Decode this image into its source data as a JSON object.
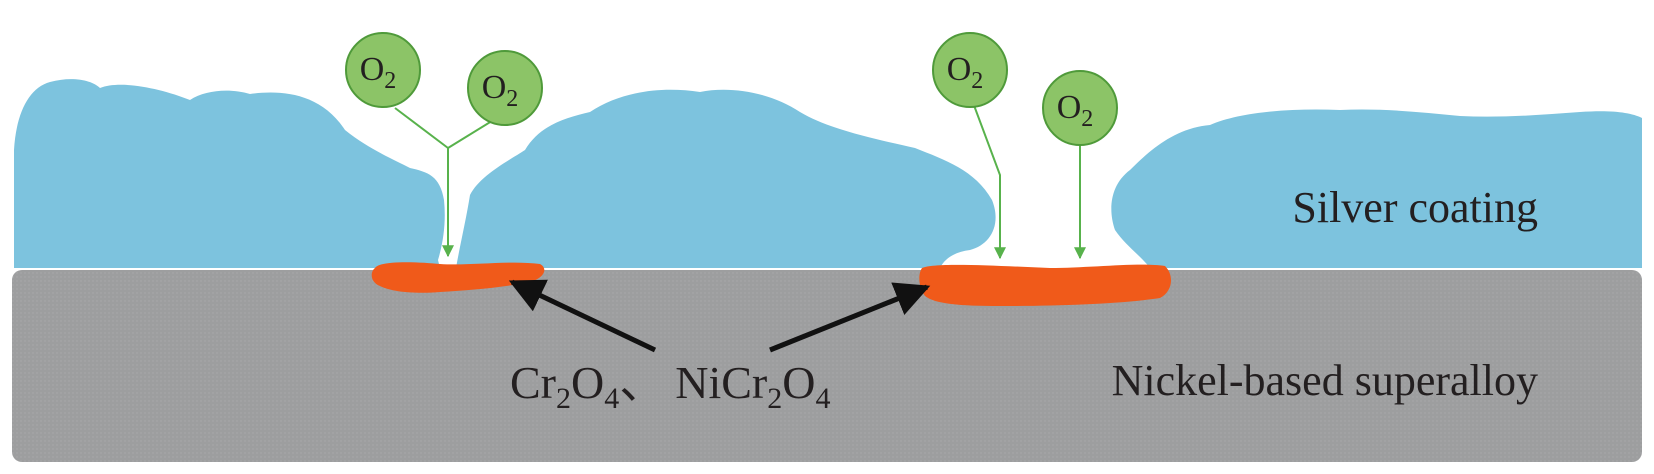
{
  "labels": {
    "silver_coating": "Silver coating",
    "substrate": "Nickel-based superalloy",
    "oxide_formula": {
      "cr": "Cr",
      "cr_sub": "2",
      "o": "O",
      "o_sub": "4",
      "separator": "、",
      "ni_prefix": "NiCr",
      "ni_sub1": "2",
      "ni_o": "O",
      "ni_sub2": "4"
    }
  },
  "molecule": {
    "symbol": "O",
    "subscript": "2"
  },
  "colors": {
    "silver_coating": "#7dc3de",
    "substrate": "#9d9e9f",
    "oxide": "#f05a1a",
    "oxygen_fill": "#8cc467",
    "oxygen_stroke": "#4f9a3a",
    "oxygen_path": "#58b24c",
    "arrow": "#111111",
    "text": "#231f20"
  }
}
